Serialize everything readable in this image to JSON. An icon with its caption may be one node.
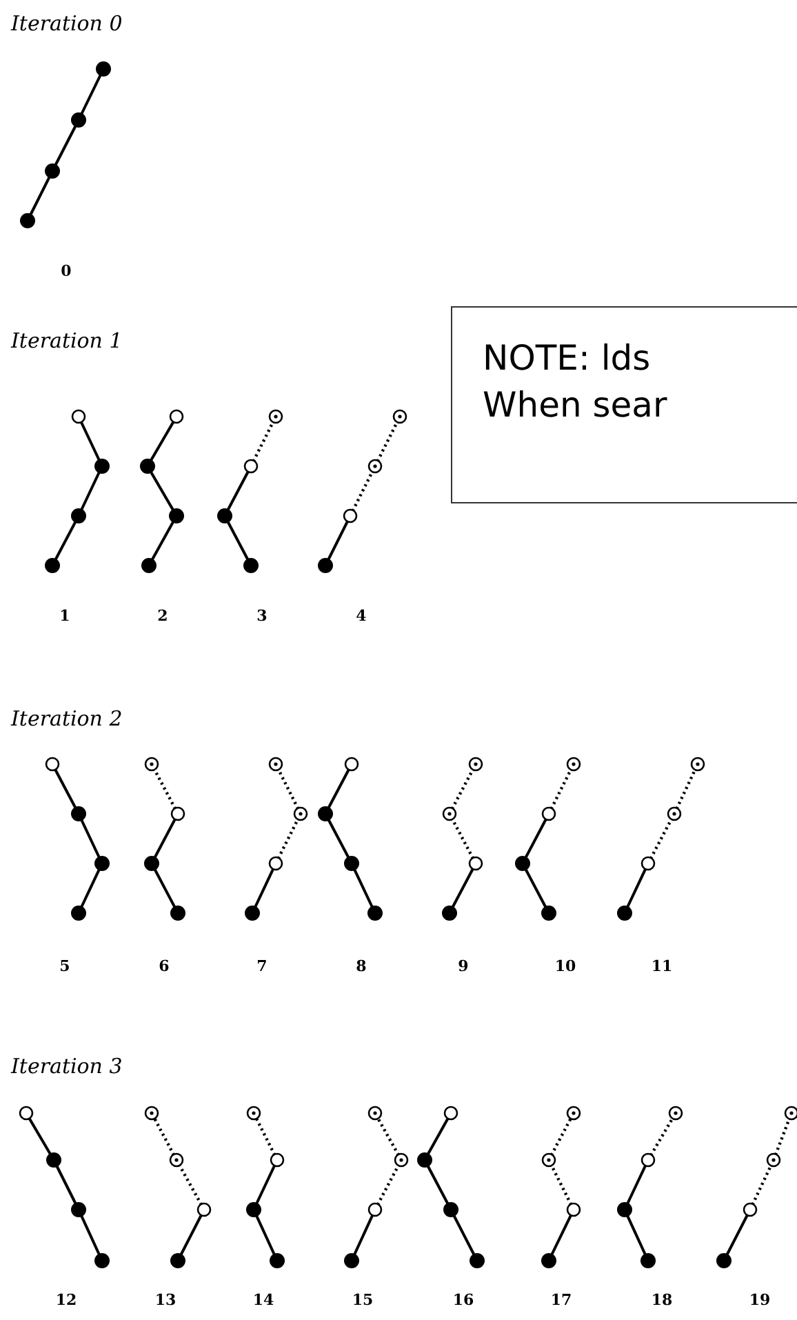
{
  "diagram": {
    "nodes": [
      {
        "text": [
          "NOTE: lds When sear"
        ]
      }
    ],
    "labels": [
      "Iteration 0",
      "0",
      "Iteration 1",
      "1",
      "2",
      "3",
      "4",
      "Iteration 2",
      "5",
      "6",
      "7",
      "8",
      "9",
      "10",
      "11",
      "Iteration 3",
      "12",
      "13",
      "14",
      "15",
      "16",
      "17",
      "18",
      "19"
    ]
  }
}
